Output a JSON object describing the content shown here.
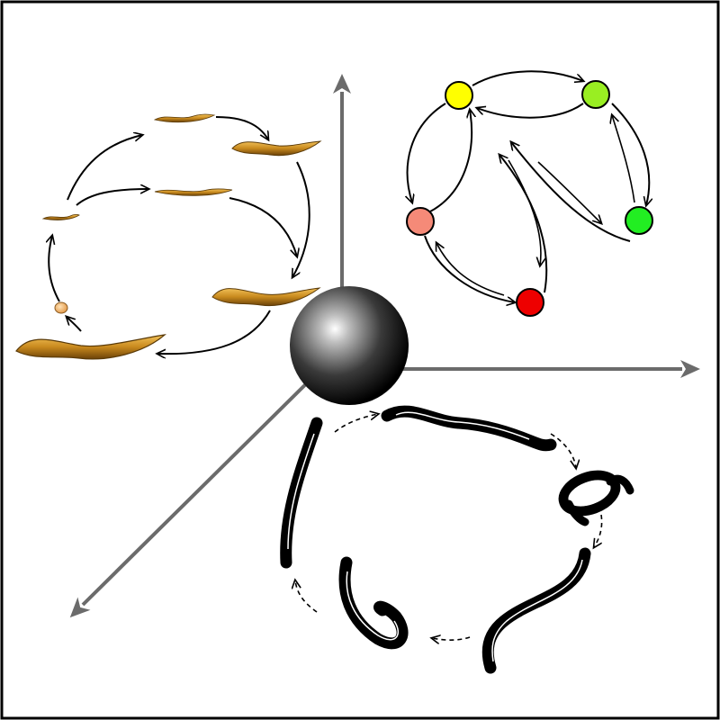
{
  "colors": {
    "frame": "#000000",
    "axis": "#6b6b6b",
    "worm_gold": "#c98a1e",
    "worm_dark": "#5a3a08",
    "worm_black": "#000000",
    "egg": "#f0b070",
    "state_yellow": "#ffff00",
    "state_lightgreen": "#99ee22",
    "state_green": "#22ee22",
    "state_salmon": "#f58a78",
    "state_red": "#ee0000"
  },
  "diagram": {
    "axes": [
      "axis-up",
      "axis-right",
      "axis-down-left"
    ],
    "sphere": "black-sphere",
    "life_cycle": {
      "stages": [
        "egg",
        "larva-small",
        "larva-medium",
        "larva-upper",
        "adult-young",
        "adult-mid",
        "adult-large"
      ]
    },
    "state_network": {
      "nodes": [
        {
          "id": "yellow",
          "color": "#ffff00"
        },
        {
          "id": "lightgreen",
          "color": "#99ee22"
        },
        {
          "id": "salmon",
          "color": "#f58a78"
        },
        {
          "id": "green",
          "color": "#22ee22"
        },
        {
          "id": "red",
          "color": "#ee0000"
        }
      ]
    },
    "locomotion_cycle": {
      "postures": [
        "straight",
        "wave",
        "coil",
        "bend",
        "omega",
        "straight-return"
      ]
    }
  }
}
